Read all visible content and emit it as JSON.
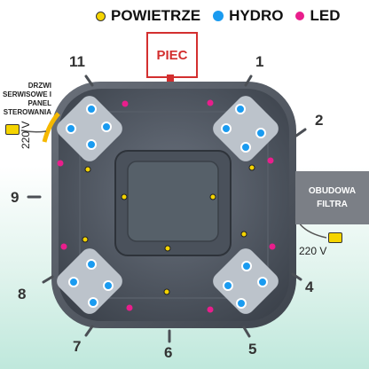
{
  "legend": {
    "air": "POWIETRZE",
    "hydro": "HYDRO",
    "led": "LED"
  },
  "piec": "PIEC",
  "hours": [
    "1",
    "2",
    "4",
    "5",
    "6",
    "7",
    "8",
    "9",
    "11"
  ],
  "side_label": {
    "line1": "DRZWI",
    "line2": "SERWISOWE I",
    "line3": "PANEL",
    "line4": "STEROWANIA"
  },
  "voltage_left": "220 V",
  "voltage_right": "220 V",
  "filter": {
    "line1": "OBUDOWA",
    "line2": "FILTRA"
  },
  "colors": {
    "air": "#f5d400",
    "hydro": "#1a9bf0",
    "led": "#e91e8c",
    "tub": "#4a505a",
    "piec": "#d32f2f"
  },
  "icons": [
    "plug-icon-left",
    "plug-icon-right"
  ]
}
